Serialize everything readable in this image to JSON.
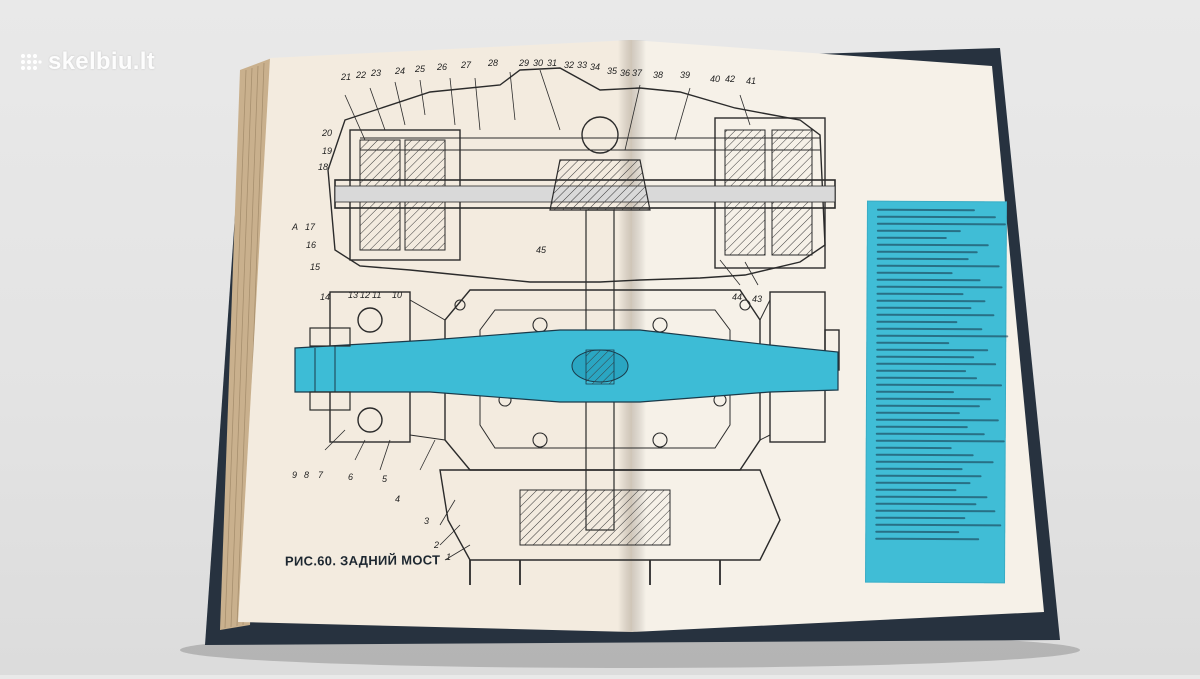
{
  "watermark": {
    "text": "skelbiu.lt",
    "logo_icon": "dot-grid-icon"
  },
  "figure": {
    "caption": "РИС.60. ЗАДНИЙ МОСТ"
  },
  "callouts": {
    "top": [
      "21",
      "22",
      "23",
      "24",
      "25",
      "26",
      "27",
      "28",
      "29",
      "30",
      "31",
      "32",
      "33",
      "34",
      "35",
      "36",
      "37",
      "38",
      "39",
      "40",
      "42",
      "41"
    ],
    "left": [
      "20",
      "19",
      "18",
      "A",
      "17",
      "16",
      "15"
    ],
    "bottom_left": [
      "14",
      "13",
      "12",
      "11",
      "10"
    ],
    "right": [
      "45",
      "44",
      "43"
    ],
    "lower": [
      "9",
      "8",
      "7",
      "6",
      "5",
      "4",
      "3",
      "2",
      "1"
    ]
  },
  "colors": {
    "highlight_cyan": "#3dbcd6",
    "page_paper": "#f4eee4",
    "cover": "#27323f",
    "backdrop": "#e6e6e6"
  }
}
